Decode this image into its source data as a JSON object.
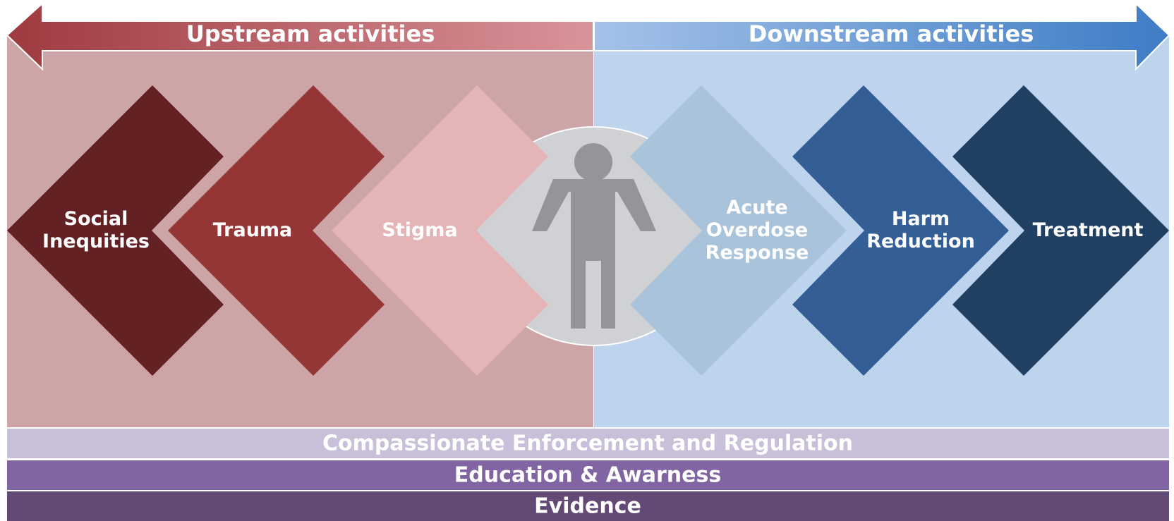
{
  "arrow": {
    "upstream_label": "Upstream activities",
    "downstream_label": "Downstream activities"
  },
  "upstream_steps": [
    {
      "lines": [
        "Social",
        "Inequities"
      ],
      "color": "#632124"
    },
    {
      "lines": [
        "Trauma"
      ],
      "color": "#943536"
    },
    {
      "lines": [
        "Stigma"
      ],
      "color": "#e4b4b7"
    }
  ],
  "downstream_steps": [
    {
      "lines": [
        "Acute",
        "Overdose",
        "Response"
      ],
      "color": "#a8c3da"
    },
    {
      "lines": [
        "Harm",
        "Reduction"
      ],
      "color": "#345e96"
    },
    {
      "lines": [
        "Treatment"
      ],
      "color": "#1f4063"
    }
  ],
  "center": {
    "icon": "person-icon"
  },
  "bands": [
    {
      "label": "Compassionate Enforcement and Regulation",
      "color": "#c8bfd9"
    },
    {
      "label": "Education & Awarness",
      "color": "#8165a3"
    },
    {
      "label": "Evidence",
      "color": "#634a76"
    }
  ],
  "colors": {
    "upstream_bg": "#cea5a6",
    "downstream_bg": "#bed3ec",
    "arrow_left_dark": "#9e3a40",
    "arrow_left_light": "#d9949a",
    "arrow_right_light": "#a4c2e8",
    "arrow_right_dark": "#3e7cc5",
    "center_ellipse": "#d0d1d4",
    "person": "#939598"
  }
}
